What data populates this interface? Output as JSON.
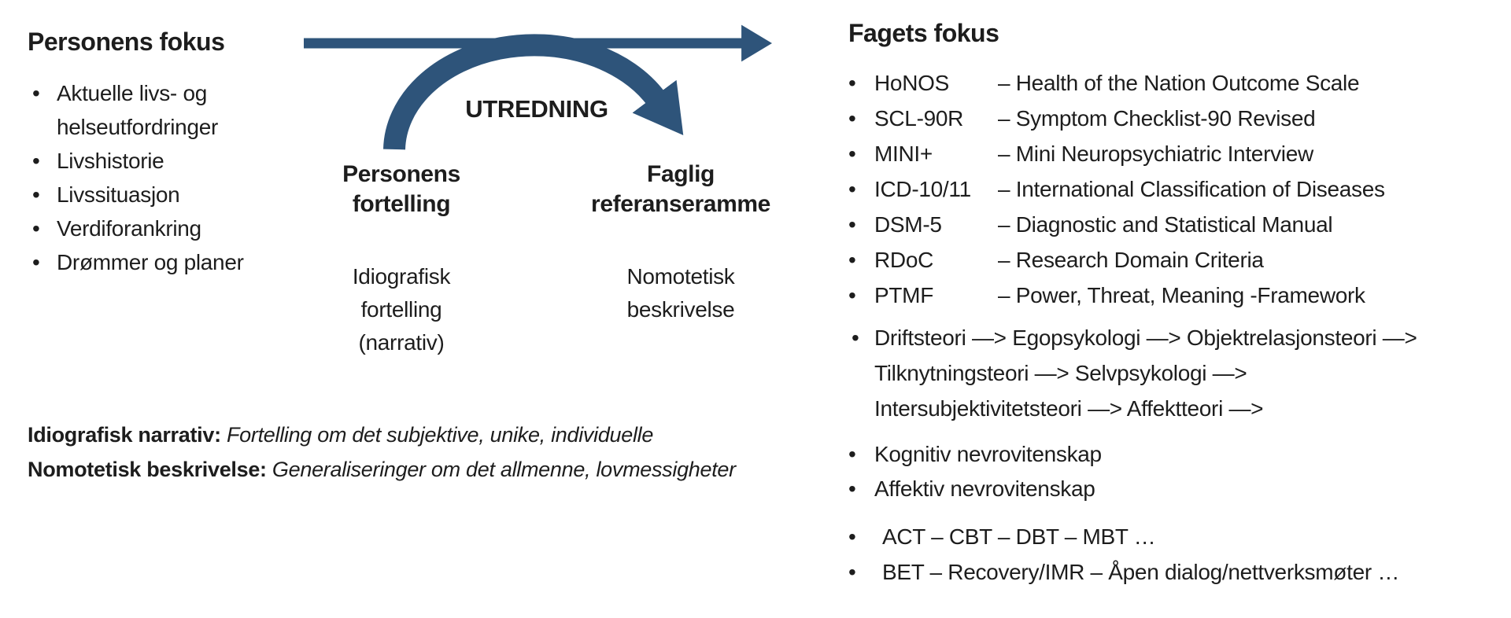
{
  "colors": {
    "arrow_blue": "#2E547A",
    "text_dark": "#1D1D1D",
    "background": "#FFFFFF"
  },
  "left_panel": {
    "title": "Personens fokus",
    "bullets": [
      "Aktuelle livs- og helseutfordringer",
      "Livshistorie",
      "Livssituasjon",
      "Verdiforankring",
      "Drømmer og planer"
    ]
  },
  "process": {
    "label": "UTREDNING",
    "source": {
      "title": "Personens fortelling",
      "subtitle": "Idiografisk fortelling (narrativ)"
    },
    "target": {
      "title": "Faglig referanseramme",
      "subtitle": "Nomotetisk beskrivelse"
    }
  },
  "definitions": [
    {
      "term": "Idiografisk narrativ:",
      "text": " Fortelling om det subjektive, unike, individuelle"
    },
    {
      "term": "Nomotetisk beskrivelse:",
      "text": " Generaliseringer om det allmenne, lovmessigheter"
    }
  ],
  "right_panel": {
    "title": "Fagets fokus",
    "instruments": [
      {
        "abbr": "HoNOS",
        "desc": "– Health of the Nation Outcome Scale"
      },
      {
        "abbr": "SCL-90R",
        "desc": "– Symptom Checklist-90 Revised"
      },
      {
        "abbr": "MINI+",
        "desc": "– Mini Neuropsychiatric Interview"
      },
      {
        "abbr": "ICD-10/11",
        "desc": "– International Classification of Diseases"
      },
      {
        "abbr": "DSM-5",
        "desc": "– Diagnostic and Statistical Manual"
      },
      {
        "abbr": "RDoC",
        "desc": "– Research Domain Criteria"
      },
      {
        "abbr": "PTMF",
        "desc": "– Power, Threat, Meaning -Framework"
      }
    ],
    "theory_chain_lines": [
      "Driftsteori —> Egopsykologi —> Objektrelasjonsteori —>",
      "Tilknytningsteori —> Selvpsykologi —>",
      "Intersubjektivitetsteori —> Affektteori —>"
    ],
    "neuroscience": [
      "Kognitiv nevrovitenskap",
      "Affektiv nevrovitenskap"
    ],
    "therapies": [
      "ACT – CBT – DBT – MBT …",
      "BET – Recovery/IMR – Åpen dialog/nettverksmøter …"
    ]
  }
}
